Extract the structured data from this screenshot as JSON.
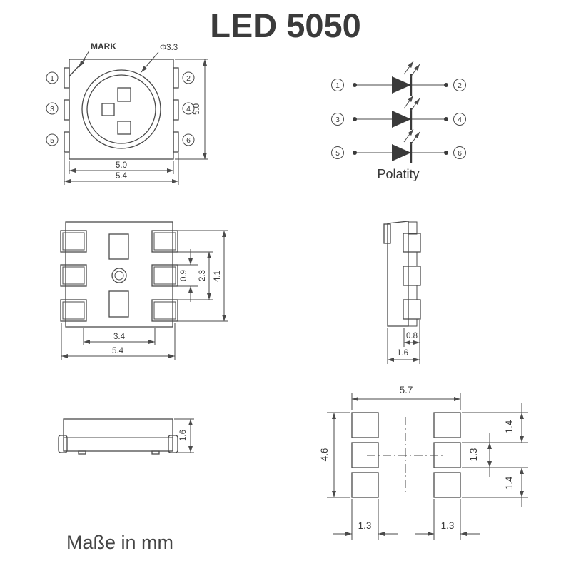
{
  "title": "LED 5050",
  "units_note": "Maße in mm",
  "colors": {
    "line": "#4a4a4a",
    "text": "#3a3a3a",
    "background": "#ffffff"
  },
  "top_view": {
    "mark_label": "MARK",
    "lens_label": "Φ3.3",
    "pins": {
      "p1": "1",
      "p2": "2",
      "p3": "3",
      "p4": "4",
      "p5": "5",
      "p6": "6"
    },
    "dims": {
      "body_width": "5.0",
      "overall_width": "5.4",
      "body_height": "5.0"
    }
  },
  "polarity": {
    "label": "Polatity",
    "rows": [
      {
        "left": "1",
        "right": "2"
      },
      {
        "left": "3",
        "right": "4"
      },
      {
        "left": "5",
        "right": "6"
      }
    ]
  },
  "bottom_view": {
    "dims": {
      "pad_height": "0.9",
      "pad_gap": "2.3",
      "pad_span": "4.1",
      "inner_width": "3.4",
      "overall_width": "5.4"
    }
  },
  "side_view": {
    "dims": {
      "pad_width": "0.8",
      "thickness": "1.6"
    }
  },
  "front_view": {
    "dims": {
      "height": "1.6"
    }
  },
  "pad_layout": {
    "dims": {
      "width": "5.7",
      "height": "4.6",
      "pitch_top": "1.4",
      "pad_height": "1.3",
      "pitch_bottom": "1.4",
      "pad_width_left": "1.3",
      "pad_width_right": "1.3"
    }
  }
}
